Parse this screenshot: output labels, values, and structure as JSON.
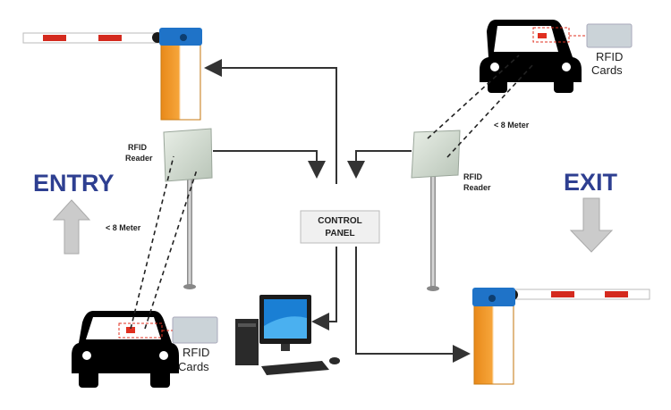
{
  "labels": {
    "entry": "ENTRY",
    "exit": "EXIT",
    "control_panel_line1": "CONTROL",
    "control_panel_line2": "PANEL",
    "rfid_reader_line1": "RFID",
    "rfid_reader_line2": "Reader",
    "rfid_cards_line1": "RFID",
    "rfid_cards_line2": "Cards",
    "distance": "< 8 Meter"
  },
  "colors": {
    "heading_blue": "#2e3f91",
    "barrier_orange": "#f39c1e",
    "barrier_cap_blue": "#1f73c8",
    "boom_red": "#d42a1e",
    "reader_green": "#d3dcd2",
    "arrow_gray": "#c8c8c8",
    "car_black": "#000000",
    "card_gray": "#cbd3d8",
    "line_dark": "#333333"
  },
  "icons": [
    "car-icon",
    "barrier-gate-icon",
    "rfid-reader-icon",
    "rfid-card-icon",
    "computer-icon",
    "up-arrow-icon",
    "down-arrow-icon"
  ]
}
